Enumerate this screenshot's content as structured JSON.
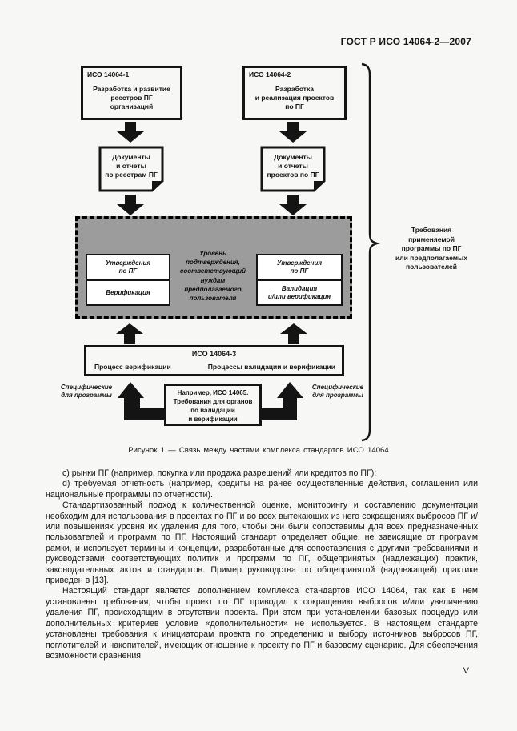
{
  "header": {
    "doc_code": "ГОСТ Р ИСО 14064-2—2007"
  },
  "figure": {
    "iso1": {
      "title": "ИСО 14064-1",
      "body": "Разработка и развитие\nреестров ПГ\nорганизаций"
    },
    "iso2": {
      "title": "ИСО 14064-2",
      "body": "Разработка\nи реализация проектов\nпо ПГ"
    },
    "doc1": {
      "label": "Документы\nи отчеты\nпо реестрам ПГ"
    },
    "doc2": {
      "label": "Документы\nи отчеты\nпроектов по ПГ"
    },
    "assurance_note": "Уровень\nподтверждения,\nсоответствующий\nнуждам\nпредполагаемого\nпользователя",
    "left_stack": {
      "top": "Утверждения\nпо ПГ",
      "bottom": "Верификация"
    },
    "right_stack": {
      "top": "Утверждения\nпо ПГ",
      "bottom": "Валидация\nи/или верификация"
    },
    "iso3": {
      "title": "ИСО 14064-3",
      "left": "Процесс верификации",
      "right": "Процессы валидации и верификации"
    },
    "program_left": "Специфические\nдля программы",
    "program_right": "Специфические\nдля программы",
    "cert_box": "Например, ИСО 14065.\nТребования для органов\nпо валидации\nи верификации",
    "brace_label": "Требования\nприменяемой\nпрограммы по ПГ\nили предполагаемых\nпользователей",
    "caption": "Рисунок 1 — Связь между частями комплекса стандартов ИСО 14064"
  },
  "body": {
    "paragraphs": [
      "c) рынки ПГ (например, покупка или продажа разрешений или кредитов по ПГ);",
      "d) требуемая отчетность (например, кредиты на ранее осуществленные действия, соглашения или национальные программы по отчетности).",
      "Стандартизованный подход к количественной оценке, мониторингу и составлению документации необходим для использования в проектах по ПГ и во всех вытекающих из него сокращениях выбросов ПГ и/или повышениях уровня их удаления для того, чтобы они были сопоставимы для всех предназначенных пользователей и программ по ПГ. Настоящий стандарт определяет общие, не зависящие от программ рамки, и использует термины и концепции, разработанные для сопоставления с другими требованиями и руководствами соответствующих политик и программ по ПГ, общепринятых (надлежащих) практик, законодательных актов и стандартов. Пример руководства по общепринятой (надлежащей) практике приведен в [13].",
      "Настоящий стандарт является дополнением комплекса стандартов ИСО 14064, так как в нем установлены требования, чтобы проект по ПГ приводил к сокращению выбросов и/или увеличению удаления ПГ, происходящим в отсутствии проекта. При этом при установлении базовых процедур или дополнительных критериев условие «дополнительности» не используется. В настоящем стандарте установлены требования к инициаторам проекта по определению и выбору источников выбросов ПГ, поглотителей и накопителей, имеющих отношение к проекту по ПГ и базовому сценарию. Для обеспечения возможности сравнения"
    ]
  },
  "page_number": "V",
  "colors": {
    "page_bg": "#f7f7f6",
    "ink": "#141414",
    "panel_gray": "#9c9c9c"
  }
}
